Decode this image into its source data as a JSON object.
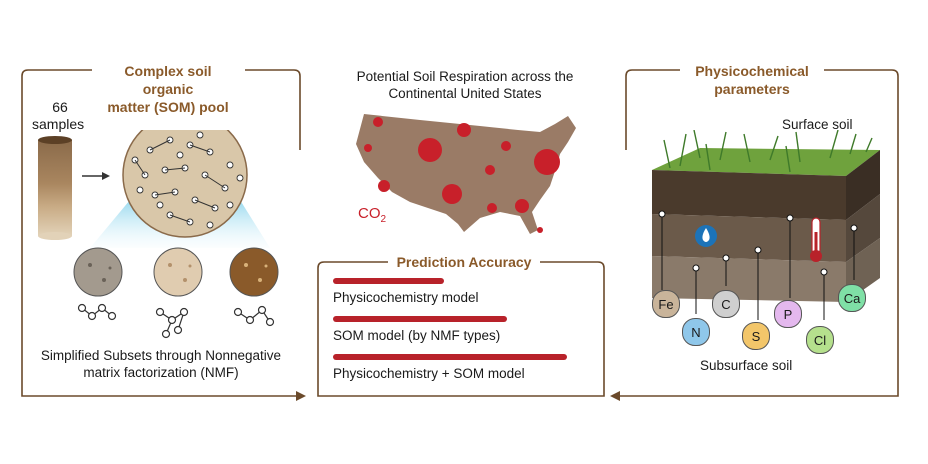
{
  "left_panel": {
    "title_line1": "Complex soil organic",
    "title_line2": "matter (SOM) pool",
    "sample_count": "66",
    "sample_word": "samples",
    "caption_line1": "Simplified Subsets through Nonnegative",
    "caption_line2": "matrix factorization (NMF)"
  },
  "center_panel": {
    "map_title_line1": "Potential Soil Respiration across the",
    "map_title_line2": "Continental United States",
    "co2_label": "CO",
    "co2_sub": "2",
    "accuracy_title": "Prediction Accuracy",
    "models": [
      {
        "label": "Physicochemistry model",
        "accuracy": 0.44
      },
      {
        "label": "SOM model (by NMF types)",
        "accuracy": 0.69
      },
      {
        "label": "Physicochemistry + SOM model",
        "accuracy": 0.93
      }
    ]
  },
  "right_panel": {
    "title_line1": "Physicochemical",
    "title_line2": "parameters",
    "surface_label": "Surface soil",
    "subsurface_label": "Subsurface soil",
    "elements": [
      {
        "symbol": "Fe",
        "color": "#c9b49a"
      },
      {
        "symbol": "N",
        "color": "#8fc7ea"
      },
      {
        "symbol": "C",
        "color": "#cfcfcf"
      },
      {
        "symbol": "S",
        "color": "#f3c66a"
      },
      {
        "symbol": "P",
        "color": "#e4b8ee"
      },
      {
        "symbol": "Cl",
        "color": "#b5e08d"
      },
      {
        "symbol": "Ca",
        "color": "#7fe0a6"
      }
    ]
  },
  "colors": {
    "frame": "#6b4a2b",
    "title": "#8a5a2a",
    "accent_red": "#b8222a",
    "map_land": "#9a7b66"
  }
}
